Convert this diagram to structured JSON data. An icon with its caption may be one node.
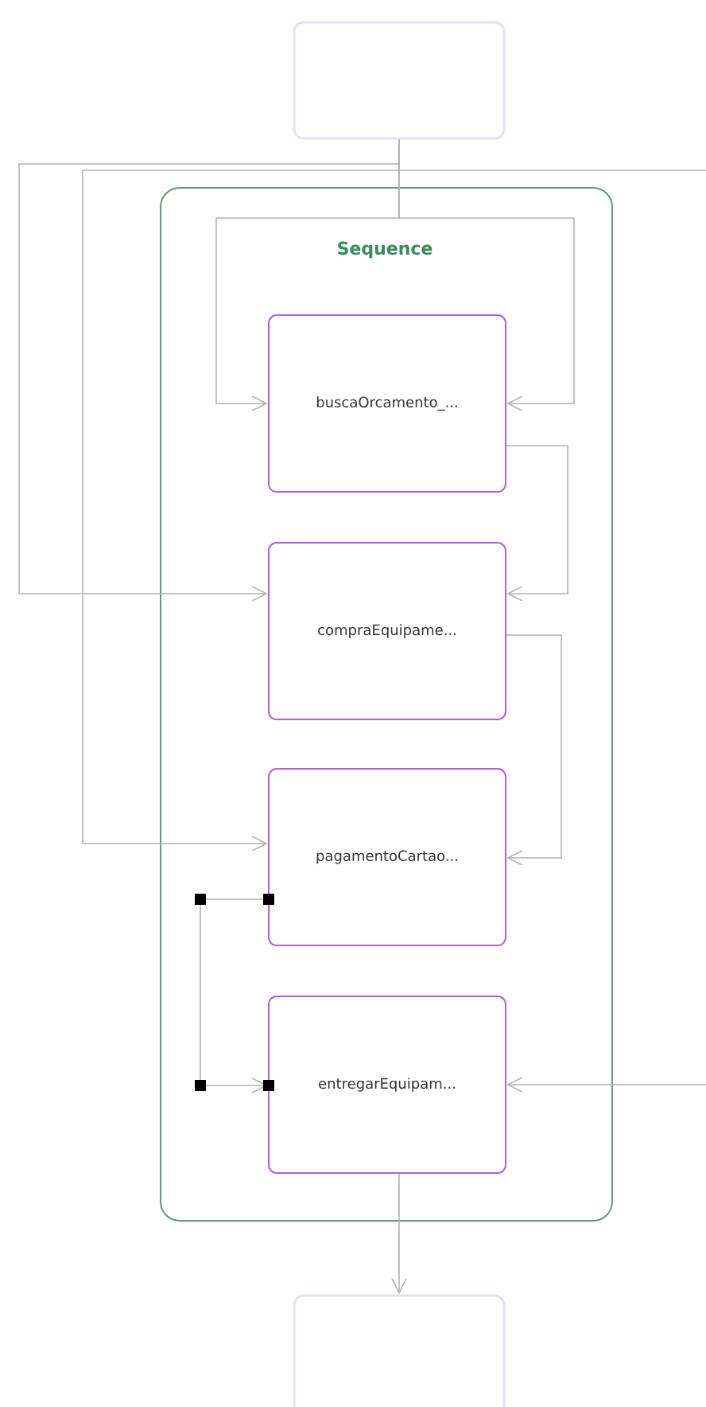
{
  "diagram": {
    "nodes": [
      {
        "text": [],
        "shape": "box"
      },
      {
        "text": [
          "Sequence"
        ]
      },
      {
        "text": [
          "buscaOrcamento_..."
        ],
        "in": 1
      },
      {
        "text": [
          "compraEquipame..."
        ],
        "in": 1
      },
      {
        "text": [
          "pagamentoCartao..."
        ],
        "in": 1
      },
      {
        "text": [
          "entregarEquipam..."
        ],
        "in": 1
      },
      {
        "text": [],
        "shape": "box"
      }
    ],
    "edges": [
      {
        "from": 0,
        "to": 2,
        "arrow": "to"
      },
      {
        "from": 0,
        "to": 2,
        "arrow": "to"
      },
      {
        "from": 0,
        "to": 3,
        "arrow": "to"
      },
      {
        "from": 0,
        "to": 4,
        "arrow": "to"
      },
      {
        "from": 0,
        "to": 5,
        "arrow": "to"
      },
      {
        "from": 2,
        "to": 3,
        "arrow": "to"
      },
      {
        "from": 3,
        "to": 4,
        "arrow": "to"
      },
      {
        "from": 4,
        "to": 5,
        "arrow": "to"
      },
      {
        "from": 5,
        "to": 6,
        "arrow": "to"
      }
    ]
  }
}
